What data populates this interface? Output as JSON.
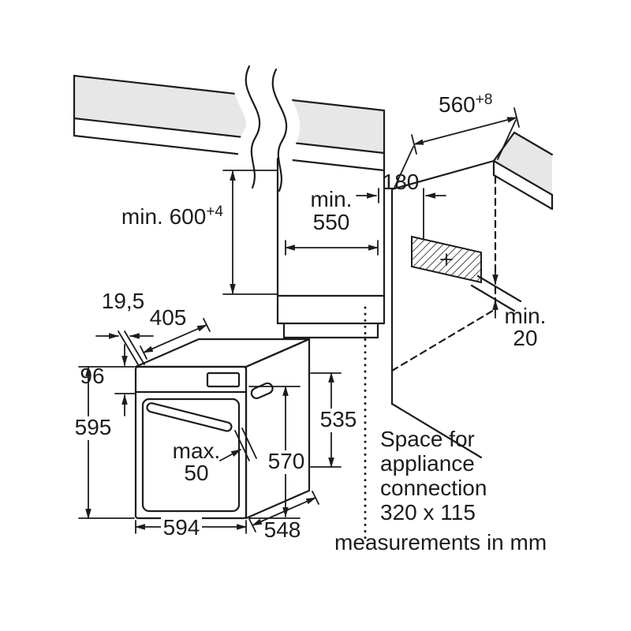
{
  "diagram": {
    "colors": {
      "line": "#1c1c1c",
      "worktop_gray": "#e7e7e7"
    },
    "notes": {
      "connection_line1": "Space for",
      "connection_line2": "appliance",
      "connection_line3": "connection",
      "connection_line4": "320 x 115",
      "units": "measurements in mm"
    },
    "dimensions": {
      "niche_width_value": "560",
      "niche_width_tol": "+8",
      "niche_height_value": "min. 600",
      "niche_height_tol": "+4",
      "niche_depth_line1": "min.",
      "niche_depth_line2": "550",
      "connection_offset": "180",
      "rear_gap_line1": "min.",
      "rear_gap_line2": "20",
      "front_offset": "19,5",
      "top_depth": "405",
      "panel_height": "96",
      "total_height": "595",
      "protrusion_line1": "max.",
      "protrusion_line2": "50",
      "front_height": "570",
      "rear_height": "535",
      "width": "594",
      "depth": "548"
    }
  }
}
